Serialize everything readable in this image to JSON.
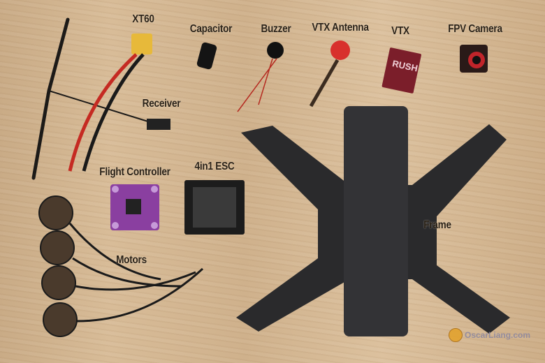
{
  "labels": {
    "xt60": "XT60",
    "capacitor": "Capacitor",
    "buzzer": "Buzzer",
    "vtx_antenna": "VTX Antenna",
    "vtx": "VTX",
    "fpv_camera": "FPV Camera",
    "receiver": "Receiver",
    "flight_controller": "Flight Controller",
    "esc": "4in1 ESC",
    "frame": "Frame",
    "motors": "Motors"
  },
  "vtx_print": "RUSH",
  "watermark": "OscarLiang.com"
}
